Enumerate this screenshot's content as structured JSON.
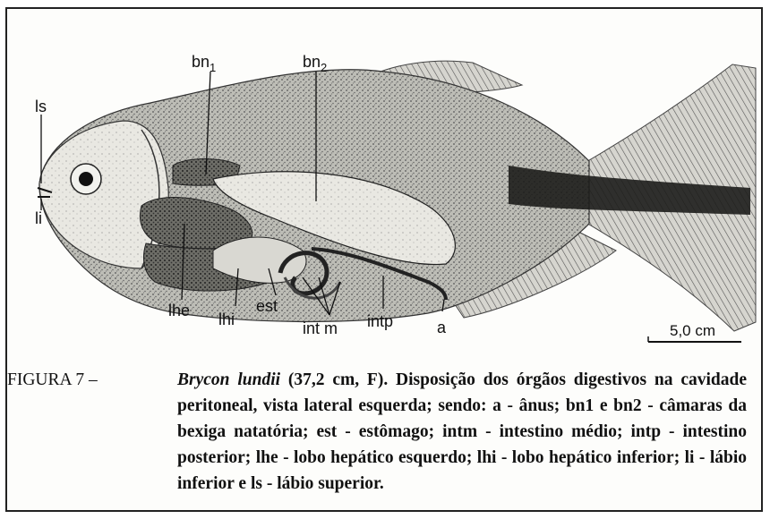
{
  "figure": {
    "labels": {
      "ls": "ls",
      "li": "li",
      "bn1": "bn",
      "bn1_sub": "1",
      "bn2": "bn",
      "bn2_sub": "2",
      "lhe": "lhe",
      "lhi": "lhi",
      "est": "est",
      "intm": "int m",
      "intp": "intp",
      "a": "a"
    },
    "scale_bar": "5,0 cm"
  },
  "caption": {
    "label": "FIGURA 7 –",
    "species": "Brycon lundii",
    "text": " (37,2 cm, F). Disposição dos órgãos digestivos na cavidade peritoneal, vista lateral esquerda; sendo: a - ânus; bn1 e bn2 - câmaras da bexiga natatória; est - estômago; intm - intestino médio; intp - intestino posterior; lhe - lobo hepático esquerdo; lhi - lobo hepático inferior; li - lábio inferior e ls - lábio superior."
  }
}
